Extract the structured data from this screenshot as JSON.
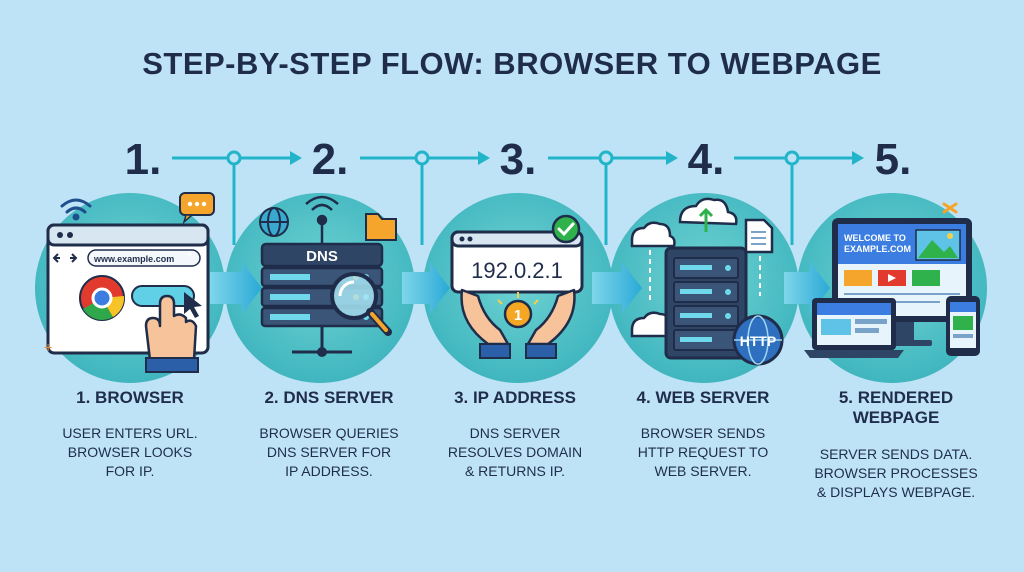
{
  "title": "STEP-BY-STEP FLOW: BROWSER TO WEBPAGE",
  "colors": {
    "background": "#bfe3f6",
    "accent": "#22b5c9",
    "circle": "#52c3c9",
    "text": "#1f2d4a"
  },
  "steps": [
    {
      "numeral": "1.",
      "title": "1. BROWSER",
      "description": "USER ENTERS URL.\nBROWSER LOOKS\nFOR IP.",
      "icon": "browser-window-icon",
      "address_bar": "www.example.com"
    },
    {
      "numeral": "2.",
      "title": "2. DNS SERVER",
      "description": "BROWSER QUERIES\nDNS SERVER FOR\nIP ADDRESS.",
      "icon": "dns-server-icon",
      "label": "DNS"
    },
    {
      "numeral": "3.",
      "title": "3. IP ADDRESS",
      "description": "DNS SERVER\nRESOLVES DOMAIN\n& RETURNS IP.",
      "icon": "ip-address-icon",
      "ip": "192.0.2.1",
      "badge": "1"
    },
    {
      "numeral": "4.",
      "title": "4. WEB SERVER",
      "description": "BROWSER SENDS\nHTTP REQUEST TO\nWEB SERVER.",
      "icon": "web-server-icon",
      "protocol": "HTTP"
    },
    {
      "numeral": "5.",
      "title": "5. RENDERED\nWEBPAGE",
      "description": "SERVER SENDS DATA.\nBROWSER PROCESSES\n& DISPLAYS WEBPAGE.",
      "icon": "rendered-webpage-icon",
      "screen_text": "WELCOME TO\nEXAMPLE.COM"
    }
  ]
}
